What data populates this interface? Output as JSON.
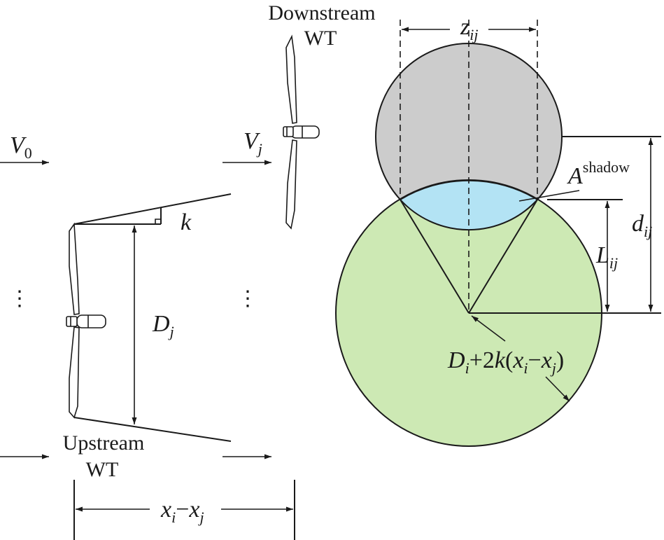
{
  "labels": {
    "downstream_line1": "Downstream",
    "downstream_line2": "WT",
    "upstream_line1": "Upstream",
    "upstream_line2": "WT",
    "v0_main": "V",
    "v0_sub": "0",
    "vj_main": "V",
    "vj_sub": "j",
    "k": "k",
    "dj_main": "D",
    "dj_sub": "j",
    "zij_main": "z",
    "zij_sub": "ij",
    "shadow_main": "A",
    "shadow_sup": "shadow",
    "dij_main": "d",
    "dij_sub": "ij",
    "lij_main": "L",
    "lij_sub": "ij",
    "expand_d": "D",
    "expand_i": "i",
    "expand_plus2": "+2",
    "expand_k": "k",
    "expand_open": "(",
    "expand_x1": "x",
    "expand_i2": "i",
    "expand_minus": "−",
    "expand_x2": "x",
    "expand_j": "j",
    "expand_close": ")",
    "dist_x1": "x",
    "dist_i": "i",
    "dist_minus": "−",
    "dist_x2": "x",
    "dist_j": "j",
    "ellipsis": "⋮"
  },
  "colors": {
    "downstream_disk": "#cccccc",
    "upstream_wake": "#cde9b4",
    "shadow_region": "#b3e3f4",
    "stroke": "#1a1a1a"
  }
}
